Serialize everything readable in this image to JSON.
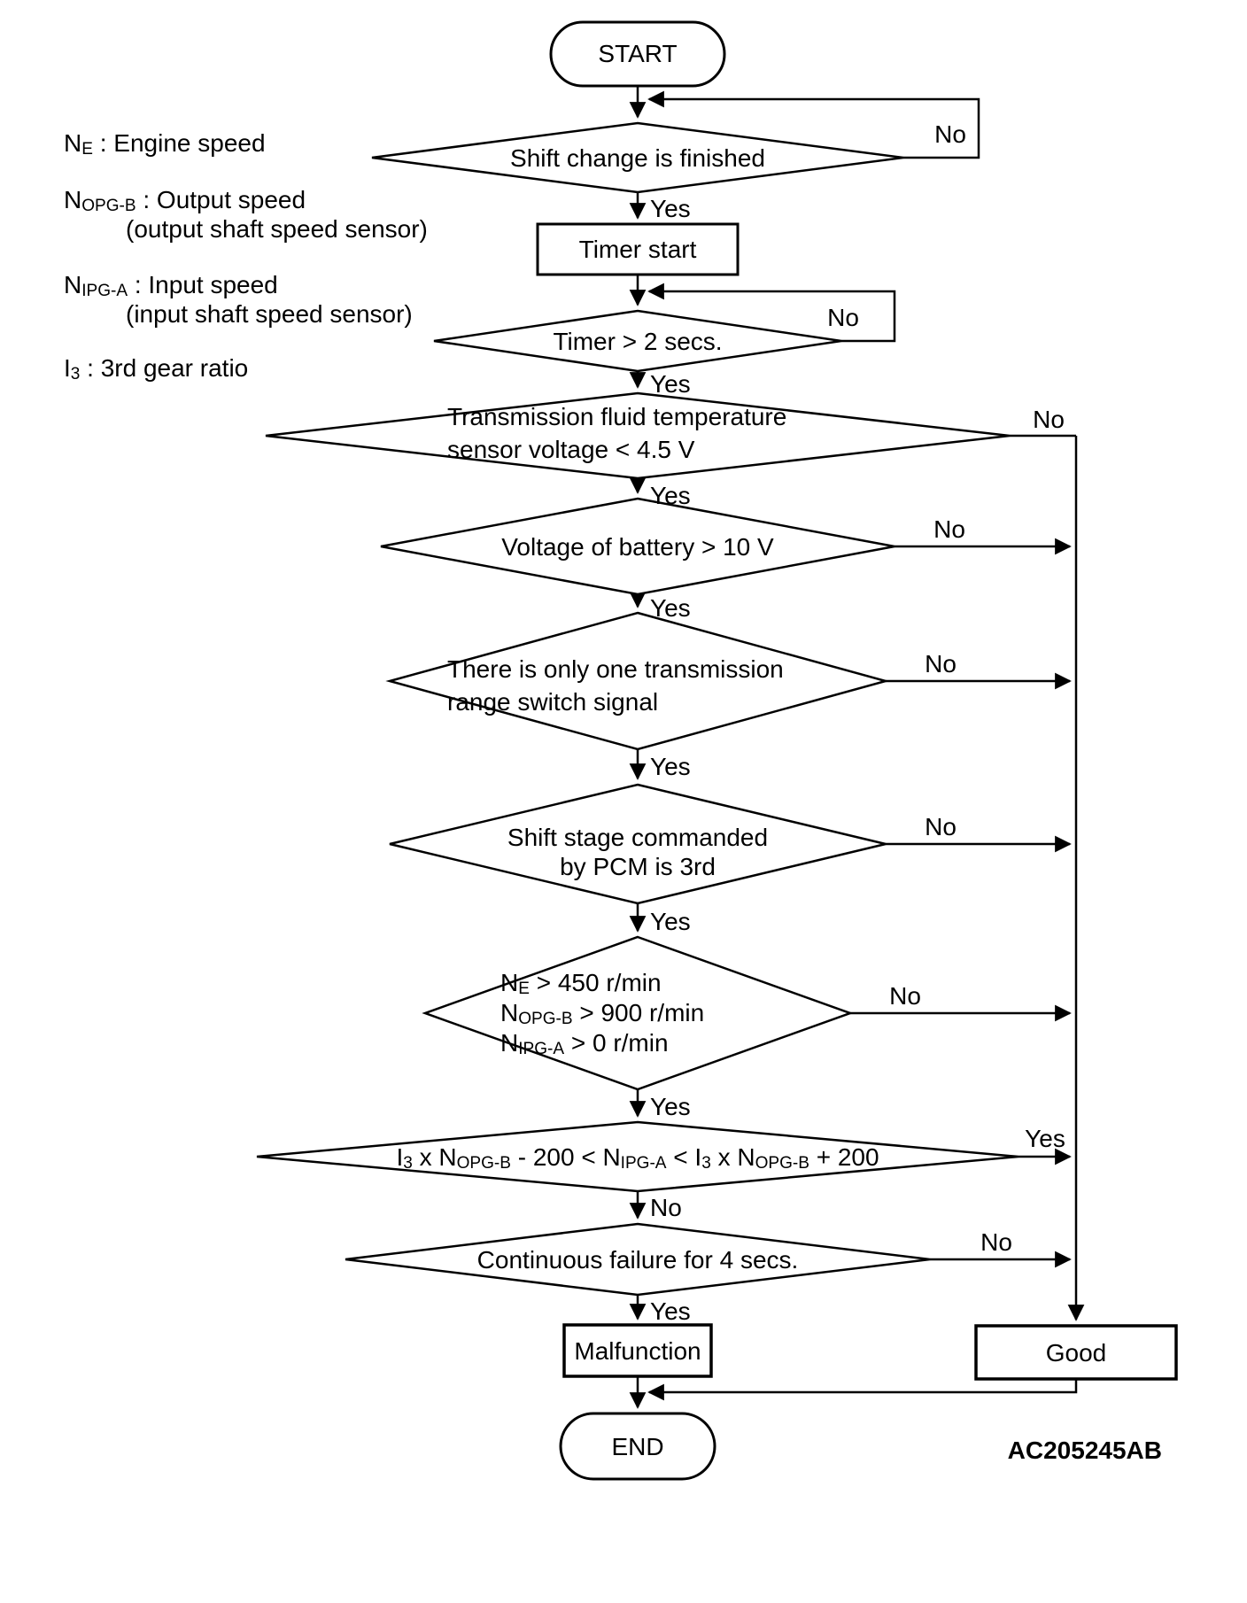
{
  "colors": {
    "ink": "#000000",
    "background": "#ffffff"
  },
  "flow": {
    "start": "START",
    "end": "END",
    "figure_code": "AC205245AB",
    "process_timer": "Timer start",
    "result_malfunction": "Malfunction",
    "result_good": "Good",
    "legend": [
      {
        "segments": [
          {
            "t": "N"
          },
          {
            "s": "E"
          },
          {
            "t": " : Engine speed"
          }
        ]
      },
      {
        "segments": [
          {
            "t": "N"
          },
          {
            "s": "OPG-B"
          },
          {
            "t": " : Output speed"
          }
        ],
        "note": "(output shaft speed sensor)"
      },
      {
        "segments": [
          {
            "t": "N"
          },
          {
            "s": "IPG-A"
          },
          {
            "t": " : Input speed"
          }
        ],
        "note": "(input shaft speed sensor)"
      },
      {
        "segments": [
          {
            "t": "I"
          },
          {
            "s": "3"
          },
          {
            "t": " : 3rd gear ratio"
          }
        ]
      }
    ],
    "decisions": [
      {
        "text": "Shift change is finished",
        "yes": "Yes",
        "no": "No"
      },
      {
        "text": "Timer > 2 secs.",
        "yes": "Yes",
        "no": "No"
      },
      {
        "lines": [
          "Transmission fluid temperature",
          "sensor voltage < 4.5 V"
        ],
        "yes": "Yes",
        "no": "No"
      },
      {
        "text": "Voltage of battery > 10 V",
        "yes": "Yes",
        "no": "No"
      },
      {
        "lines": [
          "There is only one transmission",
          "range switch signal"
        ],
        "yes": "Yes",
        "no": "No"
      },
      {
        "lines": [
          "Shift stage commanded",
          "by PCM is 3rd"
        ],
        "yes": "Yes",
        "no": "No"
      },
      {
        "rich_lines": [
          {
            "segments": [
              {
                "t": "N"
              },
              {
                "s": "E"
              },
              {
                "t": " > 450 r/min"
              }
            ]
          },
          {
            "segments": [
              {
                "t": "N"
              },
              {
                "s": "OPG-B"
              },
              {
                "t": " > 900 r/min"
              }
            ]
          },
          {
            "segments": [
              {
                "t": "N"
              },
              {
                "s": "IPG-A"
              },
              {
                "t": " > 0 r/min"
              }
            ]
          }
        ],
        "yes": "Yes",
        "no": "No"
      },
      {
        "segments": [
          {
            "t": "I"
          },
          {
            "s": "3"
          },
          {
            "t": " x N"
          },
          {
            "s": "OPG-B"
          },
          {
            "t": " - 200 < N"
          },
          {
            "s": "IPG-A"
          },
          {
            "t": " < I"
          },
          {
            "s": "3"
          },
          {
            "t": " x N"
          },
          {
            "s": "OPG-B"
          },
          {
            "t": " + 200"
          }
        ],
        "yes": "Yes",
        "no": "No"
      },
      {
        "text": "Continuous failure for 4 secs.",
        "yes": "Yes",
        "no": "No"
      }
    ]
  }
}
